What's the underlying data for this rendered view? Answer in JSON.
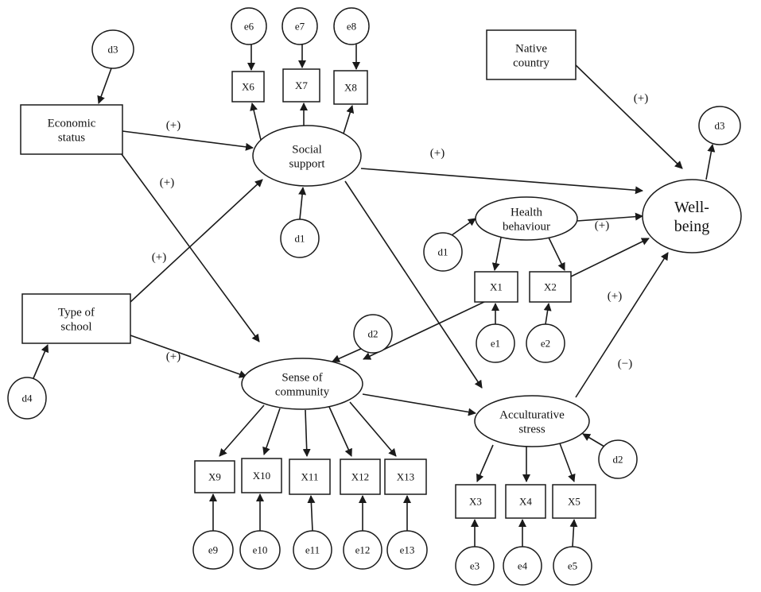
{
  "nodes": {
    "economic": {
      "lines": [
        "Economic",
        "status"
      ]
    },
    "type_school": {
      "lines": [
        "Type of",
        "school"
      ]
    },
    "native": {
      "lines": [
        "Native",
        "country"
      ]
    },
    "social": {
      "lines": [
        "Social",
        "support"
      ]
    },
    "community": {
      "lines": [
        "Sense of",
        "community"
      ]
    },
    "health": {
      "lines": [
        "Health",
        "behaviour"
      ]
    },
    "stress": {
      "lines": [
        "Acculturative",
        "stress"
      ]
    },
    "wellbeing": {
      "lines": [
        "Well-",
        "being"
      ]
    },
    "X1": {
      "lines": [
        "X1"
      ]
    },
    "X2": {
      "lines": [
        "X2"
      ]
    },
    "X3": {
      "lines": [
        "X3"
      ]
    },
    "X4": {
      "lines": [
        "X4"
      ]
    },
    "X5": {
      "lines": [
        "X5"
      ]
    },
    "X6": {
      "lines": [
        "X6"
      ]
    },
    "X7": {
      "lines": [
        "X7"
      ]
    },
    "X8": {
      "lines": [
        "X8"
      ]
    },
    "X9": {
      "lines": [
        "X9"
      ]
    },
    "X10": {
      "lines": [
        "X10"
      ]
    },
    "X11": {
      "lines": [
        "X11"
      ]
    },
    "X12": {
      "lines": [
        "X12"
      ]
    },
    "X13": {
      "lines": [
        "X13"
      ]
    },
    "e1": {
      "lines": [
        "e1"
      ]
    },
    "e2": {
      "lines": [
        "e2"
      ]
    },
    "e3": {
      "lines": [
        "e3"
      ]
    },
    "e4": {
      "lines": [
        "e4"
      ]
    },
    "e5": {
      "lines": [
        "e5"
      ]
    },
    "e6": {
      "lines": [
        "e6"
      ]
    },
    "e7": {
      "lines": [
        "e7"
      ]
    },
    "e8": {
      "lines": [
        "e8"
      ]
    },
    "e9": {
      "lines": [
        "e9"
      ]
    },
    "e10": {
      "lines": [
        "e10"
      ]
    },
    "e11": {
      "lines": [
        "e11"
      ]
    },
    "e12": {
      "lines": [
        "e12"
      ]
    },
    "e13": {
      "lines": [
        "e13"
      ]
    },
    "d1_health": {
      "lines": [
        "d1"
      ]
    },
    "d1_social": {
      "lines": [
        "d1"
      ]
    },
    "d2_community": {
      "lines": [
        "d2"
      ]
    },
    "d2_stress": {
      "lines": [
        "d2"
      ]
    },
    "d3_economic": {
      "lines": [
        "d3"
      ]
    },
    "d3_wellbeing": {
      "lines": [
        "d3"
      ]
    },
    "d4": {
      "lines": [
        "d4"
      ]
    }
  },
  "edges": [
    {
      "from": "economic",
      "to": "social",
      "label": "(+)"
    },
    {
      "from": "economic",
      "to": "community",
      "label": "(+)"
    },
    {
      "from": "type_school",
      "to": "social",
      "label": "(+)"
    },
    {
      "from": "type_school",
      "to": "community",
      "label": "(+)"
    },
    {
      "from": "social",
      "to": "wellbeing",
      "label": "(+)"
    },
    {
      "from": "social",
      "to": "stress",
      "label": ""
    },
    {
      "from": "native",
      "to": "wellbeing",
      "label": "(+)"
    },
    {
      "from": "health",
      "to": "wellbeing",
      "label": "(+)"
    },
    {
      "from": "X2",
      "to": "wellbeing",
      "label": ""
    },
    {
      "from": "X1",
      "to": "d2_community",
      "label": ""
    },
    {
      "from": "community",
      "to": "stress",
      "label": ""
    },
    {
      "from": "stress",
      "to": "wellbeing",
      "label": "(+)",
      "label2": "(−)"
    },
    {
      "from": "social",
      "to": "X6"
    },
    {
      "from": "social",
      "to": "X7"
    },
    {
      "from": "social",
      "to": "X8"
    },
    {
      "from": "health",
      "to": "X1"
    },
    {
      "from": "health",
      "to": "X2"
    },
    {
      "from": "community",
      "to": "X9"
    },
    {
      "from": "community",
      "to": "X10"
    },
    {
      "from": "community",
      "to": "X11"
    },
    {
      "from": "community",
      "to": "X12"
    },
    {
      "from": "community",
      "to": "X13"
    },
    {
      "from": "stress",
      "to": "X3"
    },
    {
      "from": "stress",
      "to": "X4"
    },
    {
      "from": "stress",
      "to": "X5"
    },
    {
      "from": "e6",
      "to": "X6"
    },
    {
      "from": "e7",
      "to": "X7"
    },
    {
      "from": "e8",
      "to": "X8"
    },
    {
      "from": "e1",
      "to": "X1"
    },
    {
      "from": "e2",
      "to": "X2"
    },
    {
      "from": "e3",
      "to": "X3"
    },
    {
      "from": "e4",
      "to": "X4"
    },
    {
      "from": "e5",
      "to": "X5"
    },
    {
      "from": "e9",
      "to": "X9"
    },
    {
      "from": "e10",
      "to": "X10"
    },
    {
      "from": "e11",
      "to": "X11"
    },
    {
      "from": "e12",
      "to": "X12"
    },
    {
      "from": "e13",
      "to": "X13"
    },
    {
      "from": "d1_social",
      "to": "social"
    },
    {
      "from": "d1_health",
      "to": "health"
    },
    {
      "from": "d2_community",
      "to": "community"
    },
    {
      "from": "d2_stress",
      "to": "stress"
    },
    {
      "from": "d3_economic",
      "to": "economic"
    },
    {
      "from": "wellbeing",
      "to": "d3_wellbeing"
    },
    {
      "from": "d4",
      "to": "type_school"
    }
  ]
}
